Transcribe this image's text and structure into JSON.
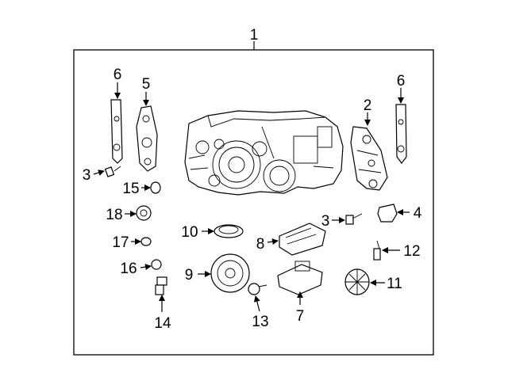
{
  "callouts": {
    "c1": "1",
    "c2": "2",
    "c3a": "3",
    "c3b": "3",
    "c4": "4",
    "c5": "5",
    "c6a": "6",
    "c6b": "6",
    "c7": "7",
    "c8": "8",
    "c9": "9",
    "c10": "10",
    "c11": "11",
    "c12": "12",
    "c13": "13",
    "c14": "14",
    "c15": "15",
    "c16": "16",
    "c17": "17",
    "c18": "18"
  }
}
